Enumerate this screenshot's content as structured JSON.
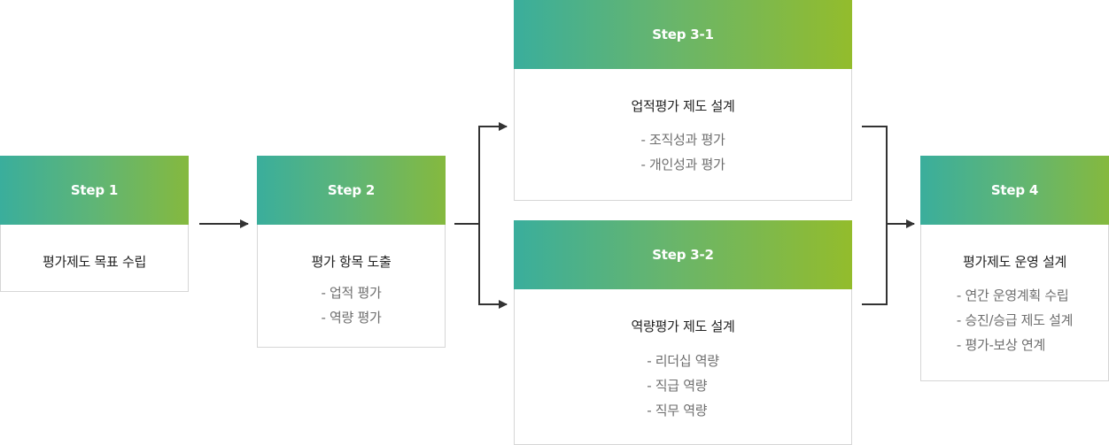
{
  "steps": {
    "step1": {
      "label": "Step 1",
      "title": "평가제도 목표 수립",
      "items": []
    },
    "step2": {
      "label": "Step 2",
      "title": "평가 항목 도출",
      "items": [
        "- 업적 평가",
        "- 역량 평가"
      ]
    },
    "step3_1": {
      "label": "Step 3-1",
      "title": "업적평가 제도 설계",
      "items": [
        "- 조직성과 평가",
        "- 개인성과 평가"
      ]
    },
    "step3_2": {
      "label": "Step 3-2",
      "title": "역량평가 제도 설계",
      "items": [
        "- 리더십 역량",
        "- 직급 역량",
        "- 직무 역량"
      ]
    },
    "step4": {
      "label": "Step 4",
      "title": "평가제도 운영 설계",
      "items": [
        "- 연간 운영계획 수립",
        "- 승진/승급 제도 설계",
        "- 평가-보상 연계"
      ]
    }
  },
  "colors": {
    "gradient_start": "#3aae9c",
    "gradient_end": "#93bc2c",
    "border": "#d6d6d6",
    "connector": "#333333",
    "title_text": "#222222",
    "item_text": "#6e6e6e"
  }
}
